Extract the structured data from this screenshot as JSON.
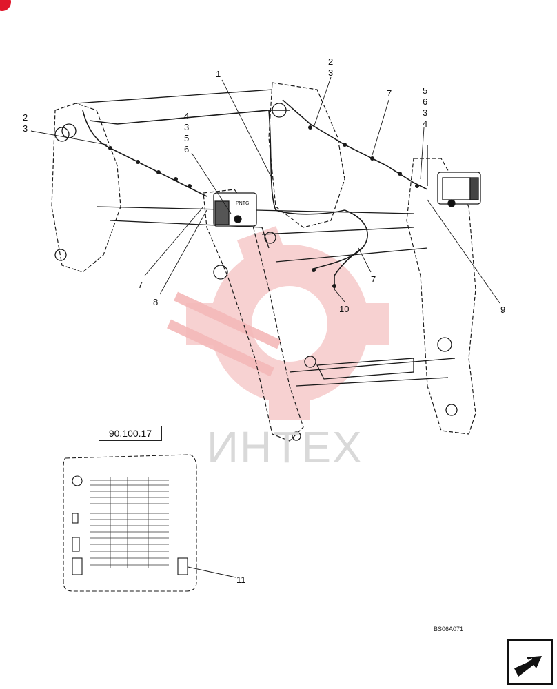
{
  "reference_box": "90.100.17",
  "drawing_code": "BS06A071",
  "watermark": "ИНТЕХ",
  "callouts": [
    {
      "id": "c1",
      "label": "1"
    },
    {
      "id": "c2a",
      "label": "2"
    },
    {
      "id": "c3a",
      "label": "3"
    },
    {
      "id": "c2b",
      "label": "2"
    },
    {
      "id": "c3b",
      "label": "3"
    },
    {
      "id": "c4a",
      "label": "4"
    },
    {
      "id": "c3c",
      "label": "3"
    },
    {
      "id": "c5a",
      "label": "5"
    },
    {
      "id": "c6a",
      "label": "6"
    },
    {
      "id": "c7a",
      "label": "7"
    },
    {
      "id": "c5b",
      "label": "5"
    },
    {
      "id": "c6b",
      "label": "6"
    },
    {
      "id": "c3d",
      "label": "3"
    },
    {
      "id": "c4b",
      "label": "4"
    },
    {
      "id": "c7b",
      "label": "7"
    },
    {
      "id": "c7c",
      "label": "7"
    },
    {
      "id": "c8",
      "label": "8"
    },
    {
      "id": "c10",
      "label": "10"
    },
    {
      "id": "c9",
      "label": "9"
    },
    {
      "id": "c11",
      "label": "11"
    }
  ],
  "lamp_label": "PNTG",
  "colors": {
    "line": "#1a1a1a",
    "watermark_red": "#f2b8b8",
    "badge": "#e0162b"
  },
  "icons": {
    "nav": "arrow-nav-icon"
  }
}
